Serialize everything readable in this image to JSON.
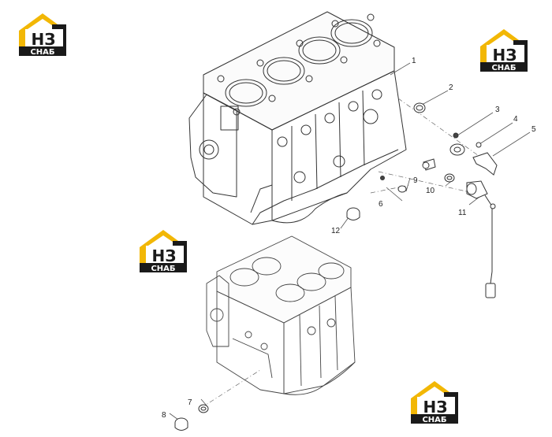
{
  "logo": {
    "big_text": "НЗ",
    "small_text": "СНАБ",
    "colors": {
      "roof": "#f2b705",
      "dark": "#1a1a1a",
      "letters": "#ffffff"
    }
  },
  "callouts": [
    {
      "id": "1",
      "label": "1"
    },
    {
      "id": "2",
      "label": "2"
    },
    {
      "id": "3",
      "label": "3"
    },
    {
      "id": "4",
      "label": "4"
    },
    {
      "id": "5",
      "label": "5"
    },
    {
      "id": "6",
      "label": "6"
    },
    {
      "id": "7",
      "label": "7"
    },
    {
      "id": "8",
      "label": "8"
    },
    {
      "id": "9",
      "label": "9"
    },
    {
      "id": "10",
      "label": "10"
    },
    {
      "id": "11",
      "label": "11"
    },
    {
      "id": "12",
      "label": "12"
    }
  ]
}
